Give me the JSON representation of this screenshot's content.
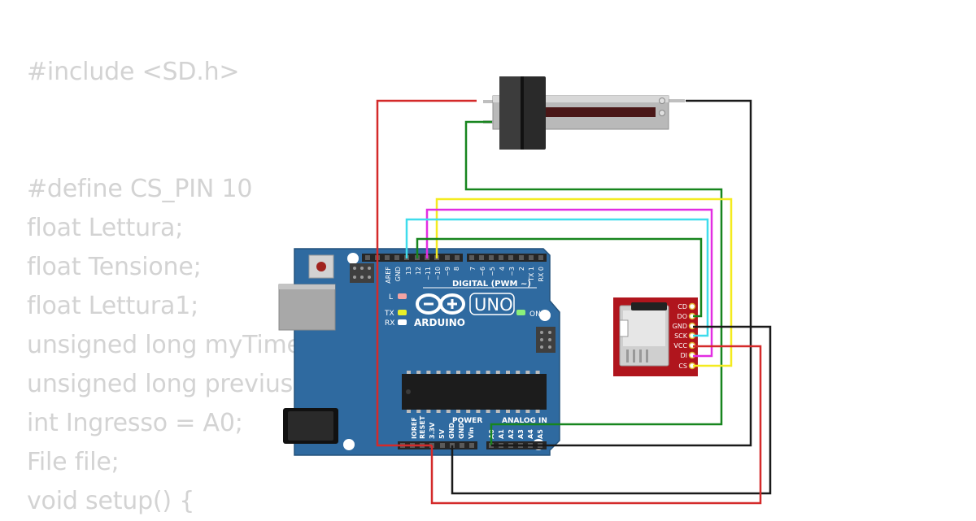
{
  "code_lines": [
    "#include <SD.h>",
    "",
    "",
    "#define CS_PIN 10",
    "float Lettura;",
    "float Tensione;",
    "float Lettura1;",
    "unsigned long myTime",
    "unsigned long previus",
    "int Ingresso = A0;",
    "File file;",
    "void setup() {"
  ],
  "arduino": {
    "brand": "ARDUINO",
    "model": "UNO",
    "digital_header": "DIGITAL (PWM ~)",
    "on_label": "ON",
    "l_label": "L",
    "tx_label": "TX",
    "rx_label": "RX",
    "power_header": "POWER",
    "analog_header": "ANALOG IN",
    "digital_pins": [
      "AREF",
      "GND",
      "13",
      "12",
      "~11",
      "~10",
      "~9",
      "8",
      "7",
      "~6",
      "~5",
      "4",
      "~3",
      "2",
      "TX 1",
      "RX 0"
    ],
    "power_pins": [
      "IOREF",
      "RESET",
      "3.3V",
      "5V",
      "GND",
      "GND",
      "Vin"
    ],
    "analog_pins": [
      "A0",
      "A1",
      "A2",
      "A3",
      "A4",
      "A5"
    ]
  },
  "sd_module": {
    "pins": [
      "CD",
      "DO",
      "GND",
      "SCK",
      "VCC",
      "DI",
      "CS"
    ]
  },
  "wire_colors": {
    "red": "#d42a2a",
    "black": "#1a1a1a",
    "green": "#17851e",
    "yellow": "#f4eb1f",
    "magenta": "#e22ee2",
    "cyan": "#3fdcec"
  }
}
